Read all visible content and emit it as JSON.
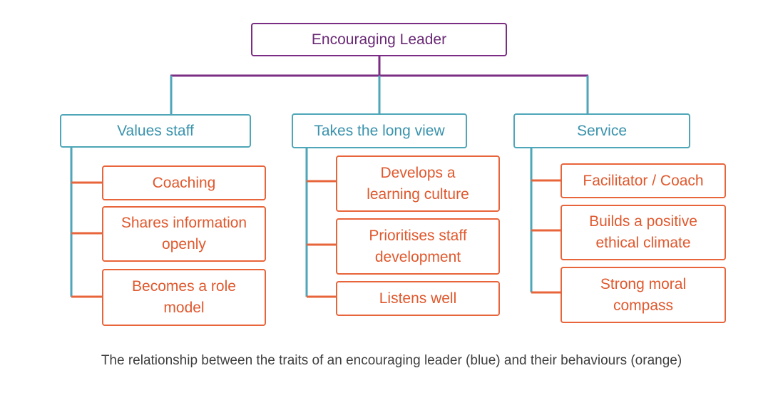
{
  "colors": {
    "root": "#7b2c83",
    "trait": "#4ea6b8",
    "behaviour": "#e8643a"
  },
  "root": {
    "label": "Encouraging Leader"
  },
  "traits": [
    {
      "label": "Values staff",
      "behaviours": [
        "Coaching",
        "Shares information openly",
        "Becomes a role model"
      ]
    },
    {
      "label": "Takes the long view",
      "behaviours": [
        "Develops a learning culture",
        "Prioritises staff development",
        "Listens well"
      ]
    },
    {
      "label": "Service",
      "behaviours": [
        "Facilitator / Coach",
        "Builds a positive ethical climate",
        "Strong moral compass"
      ]
    }
  ],
  "caption": "The relationship between the traits of an encouraging leader (blue) and their behaviours (orange)"
}
